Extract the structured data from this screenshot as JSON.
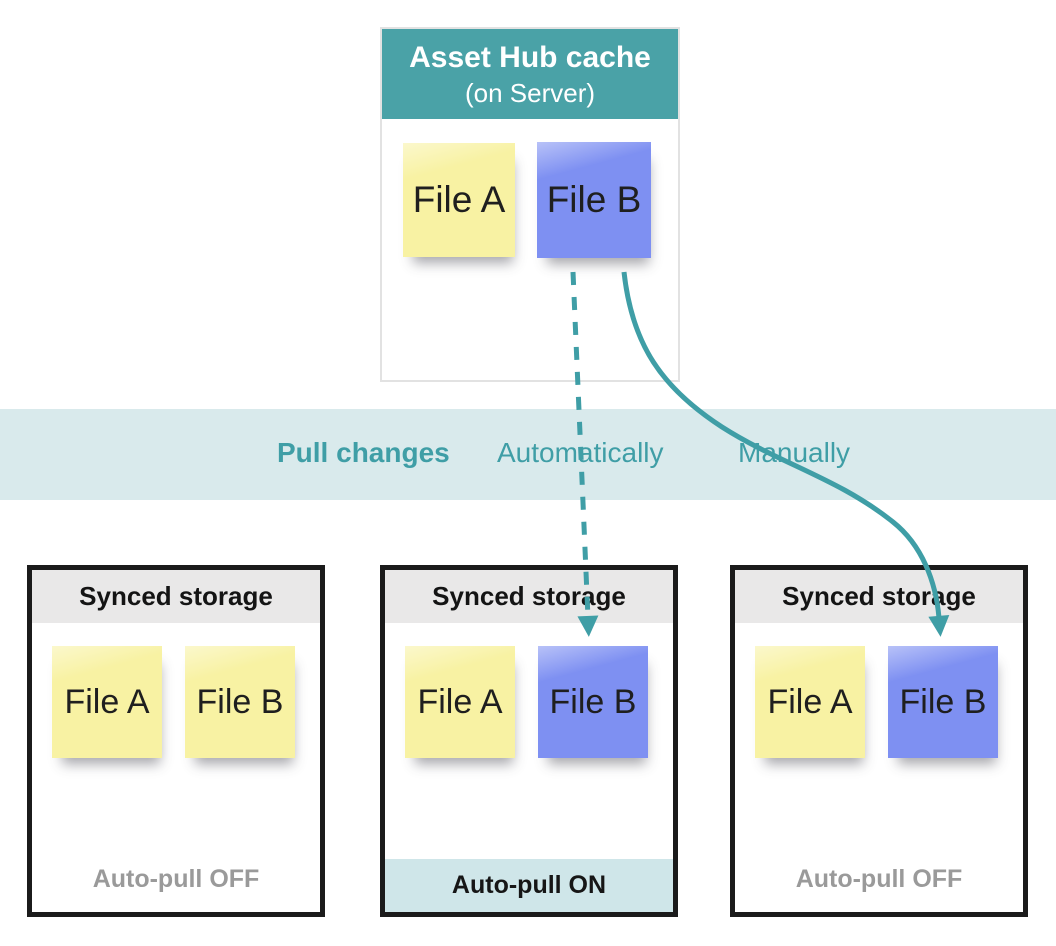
{
  "palette": {
    "teal_header": "#4aa2a7",
    "teal_accent": "#3f9ea6",
    "band_bg": "#d9eaec",
    "on_band_bg": "#cfe6e9",
    "note_yellow": "#f8f2a3",
    "note_blue": "#7e90f2",
    "box_border": "#1b1b1b",
    "box_header_bg": "#e9e8e8",
    "cache_border": "#e2e2e2",
    "muted_text": "#9a9a9a"
  },
  "cache": {
    "title": "Asset Hub cache",
    "subtitle": "(on Server)",
    "files": [
      {
        "label": "File A",
        "color": "yellow"
      },
      {
        "label": "File B",
        "color": "blue"
      }
    ]
  },
  "band": {
    "title": "Pull changes",
    "automatic_label": "Automatically",
    "manual_label": "Manually"
  },
  "arrows": [
    {
      "name": "automatic-pull-arrow",
      "style": "dashed",
      "from": "cache File B",
      "to": "middle synced storage File B"
    },
    {
      "name": "manual-pull-arrow",
      "style": "solid",
      "from": "cache File B",
      "to": "right synced storage File B"
    }
  ],
  "storages": [
    {
      "title": "Synced storage",
      "files": [
        {
          "label": "File A",
          "color": "yellow"
        },
        {
          "label": "File B",
          "color": "yellow"
        }
      ],
      "footer": "Auto-pull OFF",
      "auto_pull": "off"
    },
    {
      "title": "Synced storage",
      "files": [
        {
          "label": "File A",
          "color": "yellow"
        },
        {
          "label": "File B",
          "color": "blue"
        }
      ],
      "footer": "Auto-pull ON",
      "auto_pull": "on"
    },
    {
      "title": "Synced storage",
      "files": [
        {
          "label": "File A",
          "color": "yellow"
        },
        {
          "label": "File B",
          "color": "blue"
        }
      ],
      "footer": "Auto-pull OFF",
      "auto_pull": "off"
    }
  ]
}
